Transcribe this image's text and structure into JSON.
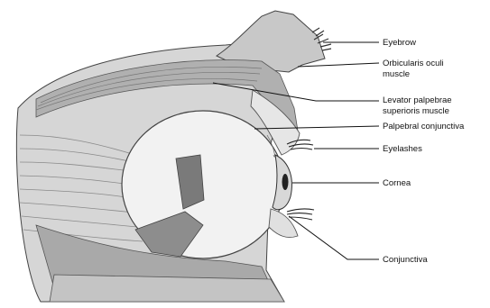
{
  "diagram": {
    "labels": [
      {
        "id": "eyebrow",
        "lines": [
          "Eyebrow"
        ]
      },
      {
        "id": "orbicularis-oculi-muscle",
        "lines": [
          "Orbicularis oculi",
          "muscle"
        ]
      },
      {
        "id": "levator-palpebrae-superioris-muscle",
        "lines": [
          "Levator palpebrae",
          "superioris muscle"
        ]
      },
      {
        "id": "palpebral-conjunctiva",
        "lines": [
          "Palpebral conjunctiva"
        ]
      },
      {
        "id": "eyelashes",
        "lines": [
          "Eyelashes"
        ]
      },
      {
        "id": "cornea",
        "lines": [
          "Cornea"
        ]
      },
      {
        "id": "conjunctiva",
        "lines": [
          "Conjunctiva"
        ]
      }
    ]
  },
  "colors": {
    "background": "#ffffff",
    "ink": "#111111",
    "tissue_light": "#e4e4e4",
    "tissue_mid": "#b8b8b8",
    "tissue_dark": "#7a7a7a",
    "eyeball": "#f2f2f2"
  }
}
